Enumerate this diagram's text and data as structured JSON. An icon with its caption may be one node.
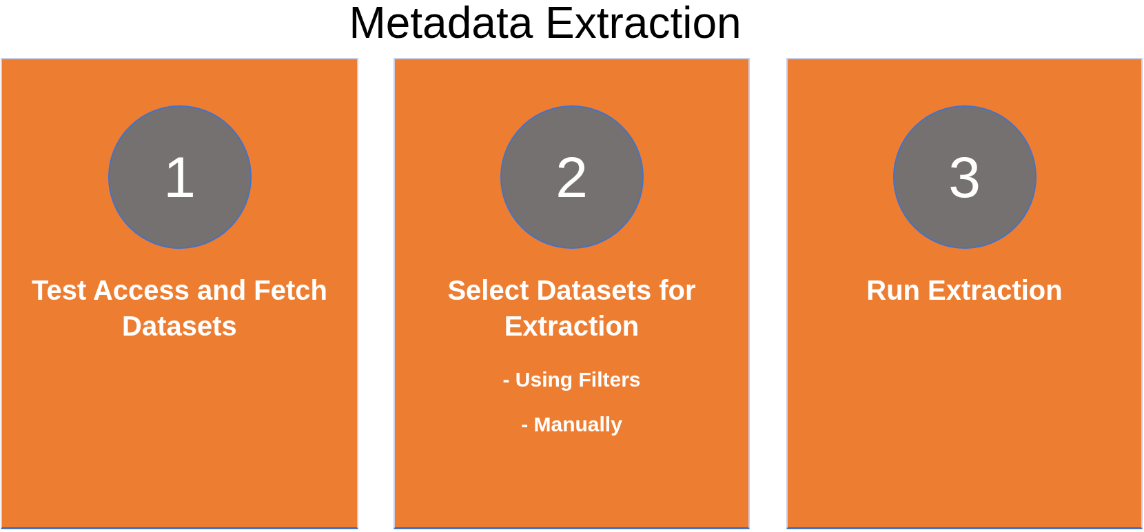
{
  "diagram": {
    "title": "Metadata Extraction",
    "nodes": [
      {
        "text": [
          "Test Access and Fetch Datasets"
        ]
      },
      {
        "text": [
          "1"
        ],
        "in": 0
      },
      {
        "text": [
          "Select Datasets for Extraction",
          "- Using Filters",
          "- Manually"
        ]
      },
      {
        "text": [
          "2"
        ],
        "in": 2
      },
      {
        "text": [
          "Run Extraction"
        ]
      },
      {
        "text": [
          "3"
        ],
        "in": 4
      }
    ]
  }
}
